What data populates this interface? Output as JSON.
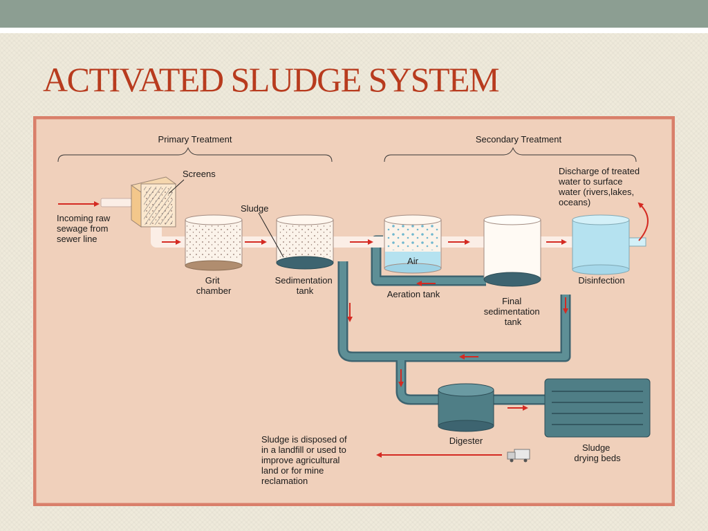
{
  "slide": {
    "title": "ACTIVATED SLUDGE SYSTEM"
  },
  "diagram": {
    "sections": {
      "primary": "Primary Treatment",
      "secondary": "Secondary Treatment"
    },
    "labels": {
      "incoming": [
        "Incoming raw",
        "sewage from",
        "sewer line"
      ],
      "screens": "Screens",
      "sludge": "Sludge",
      "grit": [
        "Grit",
        "chamber"
      ],
      "sedimentation": [
        "Sedimentation",
        "tank"
      ],
      "air": "Air",
      "aeration": "Aeration tank",
      "final_sed": [
        "Final",
        "sedimentation",
        "tank"
      ],
      "disinfection": "Disinfection",
      "discharge": [
        "Discharge of treated",
        "water to surface",
        "water (rivers,lakes,",
        "oceans)"
      ],
      "digester": "Digester",
      "drying": [
        "Sludge",
        "drying beds"
      ],
      "disposal": [
        "Sludge is disposed of",
        "in a landfill or used to",
        "improve agricultural",
        "land or for mine",
        "reclamation"
      ]
    },
    "colors": {
      "arrow": "#d42a22",
      "pipe": "#4f7e86",
      "panel": "#f0d0bb",
      "frame": "#d97f6a",
      "water": "#b5e2f0"
    },
    "icons": [
      "screen-box-icon",
      "truck-icon"
    ]
  }
}
